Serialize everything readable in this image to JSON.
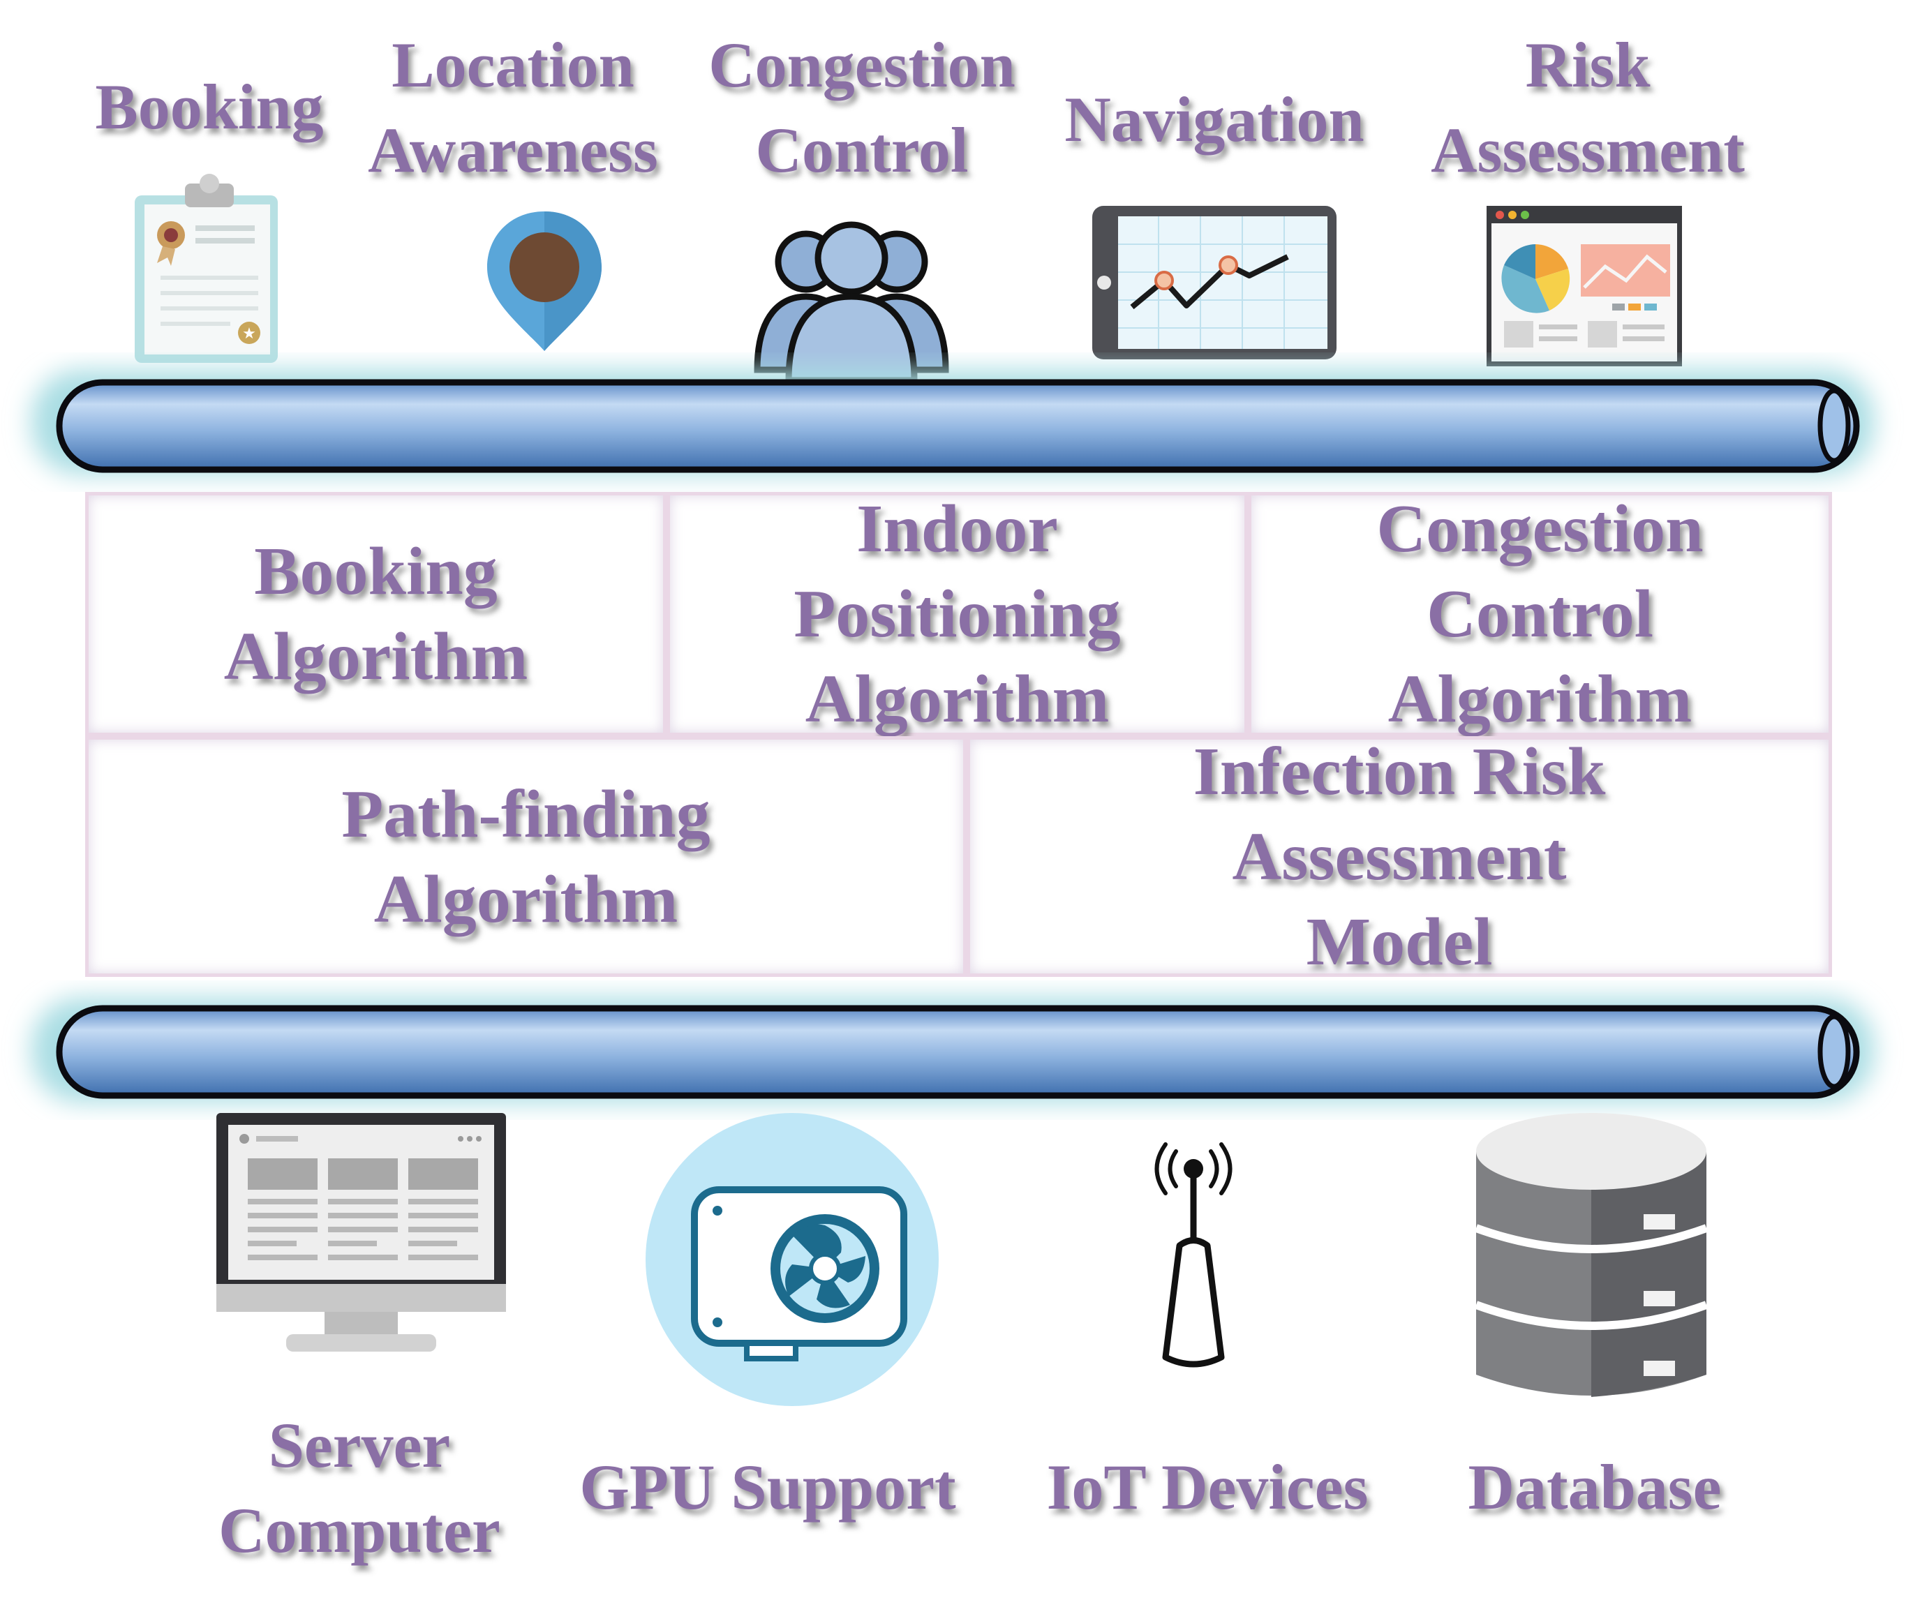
{
  "colors": {
    "text": "#8a6fa5",
    "pipe": "#8fb4e0",
    "pipe_glow": "#a9dde3",
    "cell_border": "#ead7e6",
    "gpu_circle": "#bfe7f7",
    "gpu_dark": "#1c6b8d",
    "pin_blue": "#5aa6d9",
    "pin_center": "#6e4a33",
    "user_icon": "#8fafd6",
    "db_gray": "#7f8083"
  },
  "applications": [
    {
      "id": "booking",
      "lines": [
        "Booking"
      ],
      "icon": "clipboard-icon"
    },
    {
      "id": "location",
      "lines": [
        "Location",
        "Awareness"
      ],
      "icon": "location-pin-icon"
    },
    {
      "id": "congestion",
      "lines": [
        "Congestion",
        "Control"
      ],
      "icon": "crowd-icon"
    },
    {
      "id": "navigation",
      "lines": [
        "Navigation"
      ],
      "icon": "tablet-chart-icon"
    },
    {
      "id": "risk",
      "lines": [
        "Risk",
        "Assessment"
      ],
      "icon": "dashboard-icon"
    }
  ],
  "algorithms": [
    {
      "id": "booking",
      "lines": [
        "Booking",
        "Algorithm"
      ]
    },
    {
      "id": "indoor",
      "lines": [
        "Indoor",
        "Positioning",
        "Algorithm"
      ]
    },
    {
      "id": "congestion",
      "lines": [
        "Congestion",
        "Control",
        "Algorithm"
      ]
    },
    {
      "id": "pathfinding",
      "lines": [
        "Path-finding",
        "Algorithm"
      ]
    },
    {
      "id": "infection",
      "lines": [
        "Infection Risk",
        "Assessment",
        "Model"
      ]
    }
  ],
  "infrastructure": [
    {
      "id": "server",
      "lines": [
        "Server",
        "Computer"
      ],
      "icon": "monitor-icon"
    },
    {
      "id": "gpu",
      "lines": [
        "GPU Support"
      ],
      "icon": "gpu-icon"
    },
    {
      "id": "iot",
      "lines": [
        "IoT Devices"
      ],
      "icon": "antenna-icon"
    },
    {
      "id": "database",
      "lines": [
        "Database"
      ],
      "icon": "database-icon"
    }
  ]
}
